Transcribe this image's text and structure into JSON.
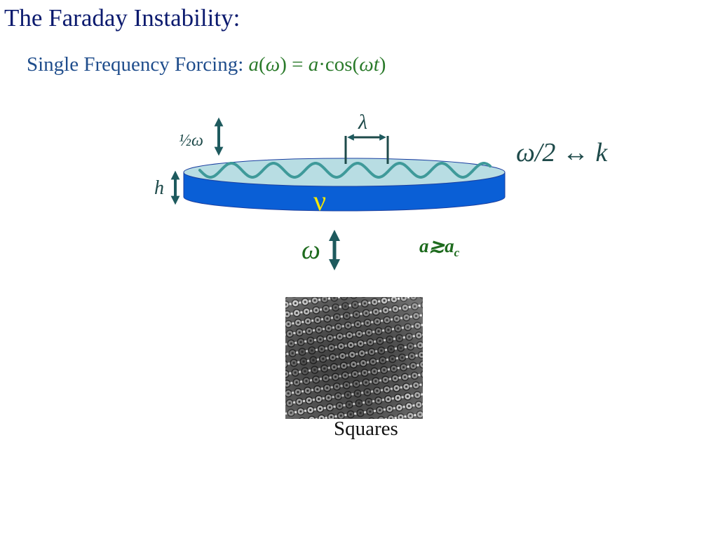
{
  "slide": {
    "title": "The Faraday Instability:",
    "subtitle_prefix": "Single Frequency Forcing: ",
    "formula": {
      "a": "a",
      "open_paren": "(",
      "omega": "ω",
      "close_eq": ") = ",
      "a2": "a",
      "cos_part": "·cos(",
      "omega2": "ω",
      "t": "t",
      "close": ")"
    }
  },
  "diagram": {
    "labels": {
      "half_omega": "½ω",
      "lambda": "λ",
      "dispersion": "ω/2 ↔ k",
      "h": "h",
      "nu": "ν",
      "omega": "ω",
      "threshold_main": "a≳a",
      "threshold_sub": "c"
    },
    "colors": {
      "liquid_side": "#0a5fd6",
      "liquid_top": "#b8dde3",
      "wave": "#3f9a9a",
      "arrow": "#1e5a5e",
      "green_text": "#1e6b1e",
      "nu_text": "#f5e800",
      "dark_label": "#1e4a4a"
    }
  },
  "pattern": {
    "caption": "Squares"
  }
}
